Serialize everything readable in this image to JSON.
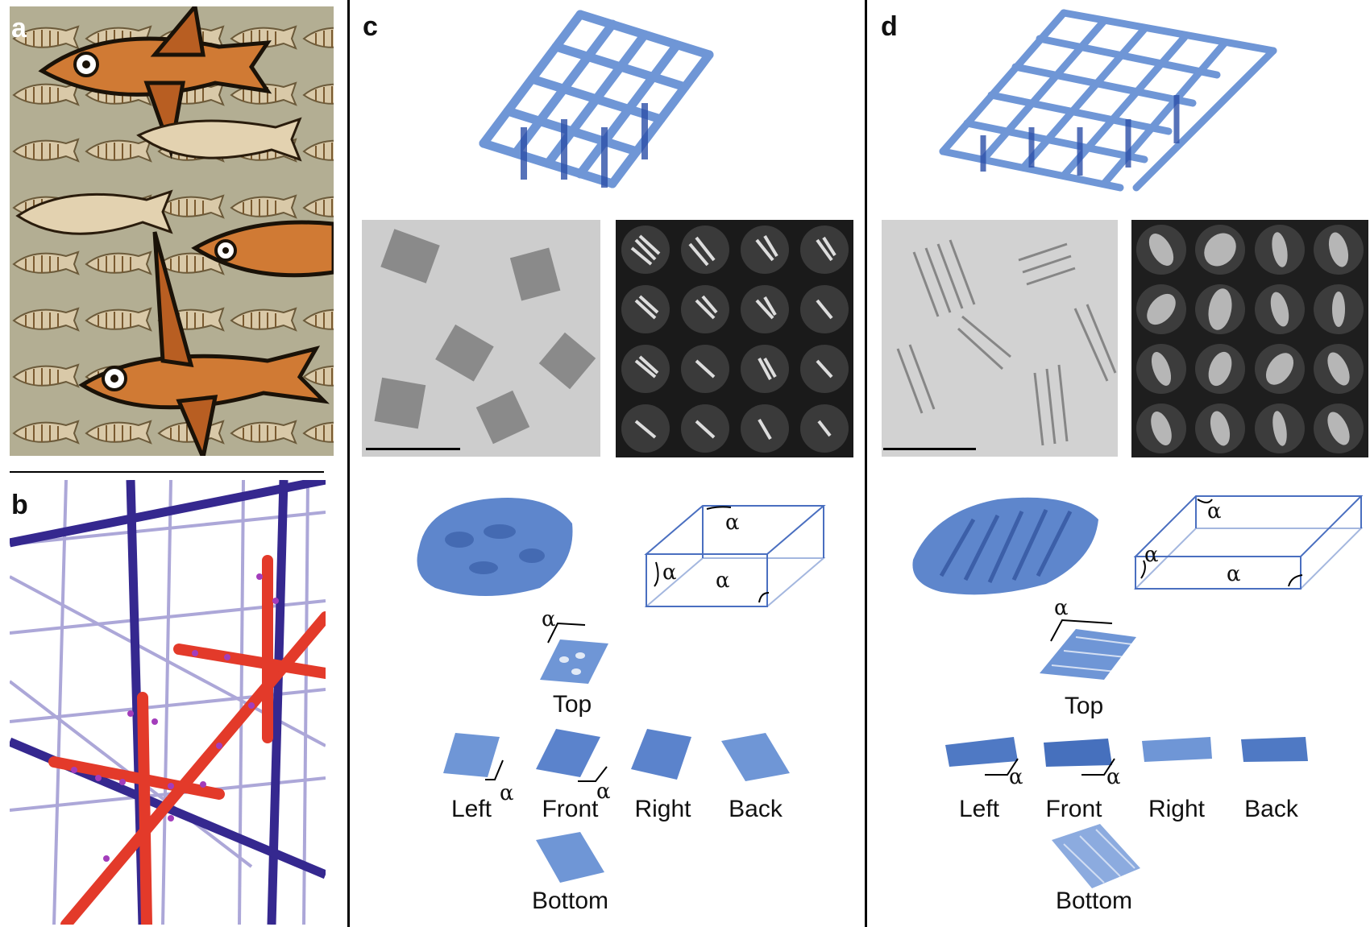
{
  "panels": {
    "a": {
      "letter": "a"
    },
    "b": {
      "letter": "b"
    },
    "c": {
      "letter": "c",
      "views": {
        "top": "Top",
        "left": "Left",
        "front": "Front",
        "right": "Right",
        "back": "Back",
        "bottom": "Bottom"
      }
    },
    "d": {
      "letter": "d",
      "views": {
        "top": "Top",
        "left": "Left",
        "front": "Front",
        "right": "Right",
        "back": "Back",
        "bottom": "Bottom"
      }
    }
  },
  "symbols": {
    "alpha": "α"
  },
  "colors": {
    "lattice_blue": "#6f96d6",
    "lattice_dark": "#1f3f94",
    "grid_purple": "#3a2f9a",
    "helix_red": "#e63a2a",
    "fish_orange": "#c8702a",
    "micrograph_gray": "#cfcfcf",
    "class_bg": "#222222"
  }
}
